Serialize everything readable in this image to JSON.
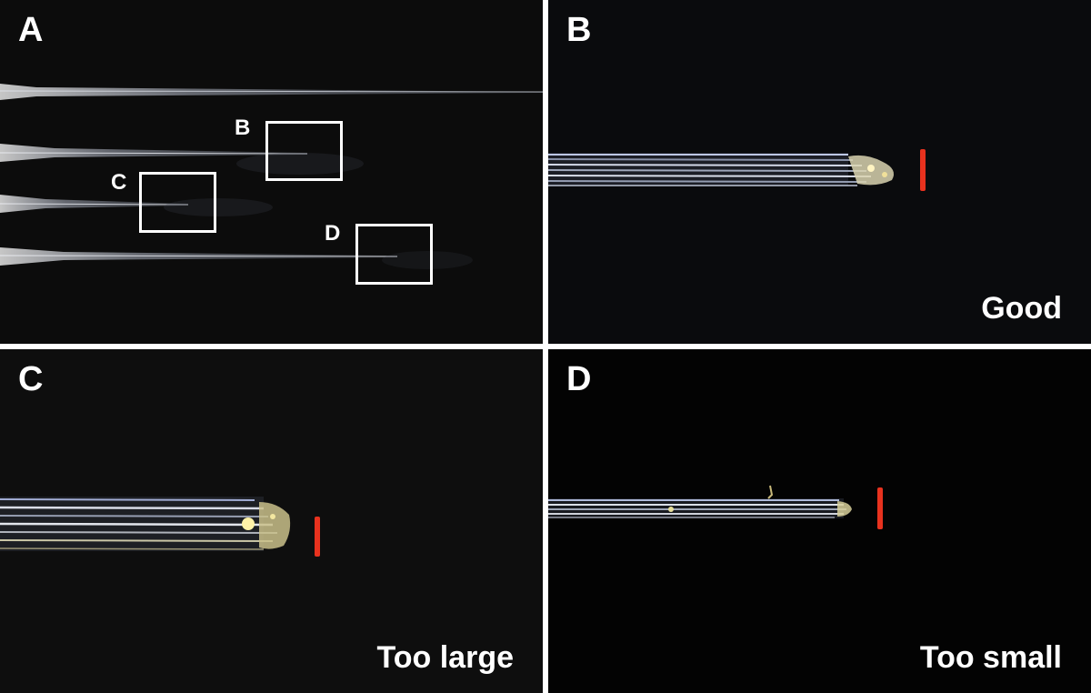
{
  "panels": {
    "a": {
      "letter": "A"
    },
    "b": {
      "letter": "B",
      "caption": "Good"
    },
    "c": {
      "letter": "C",
      "caption": "Too large"
    },
    "d": {
      "letter": "D",
      "caption": "Too small"
    }
  },
  "insets": {
    "b": {
      "label": "B"
    },
    "c": {
      "label": "C"
    },
    "d": {
      "label": "D"
    }
  },
  "colors": {
    "background": "#0b0b0b",
    "divider": "#ffffff",
    "marker": "#e8321e",
    "label": "#ffffff"
  }
}
